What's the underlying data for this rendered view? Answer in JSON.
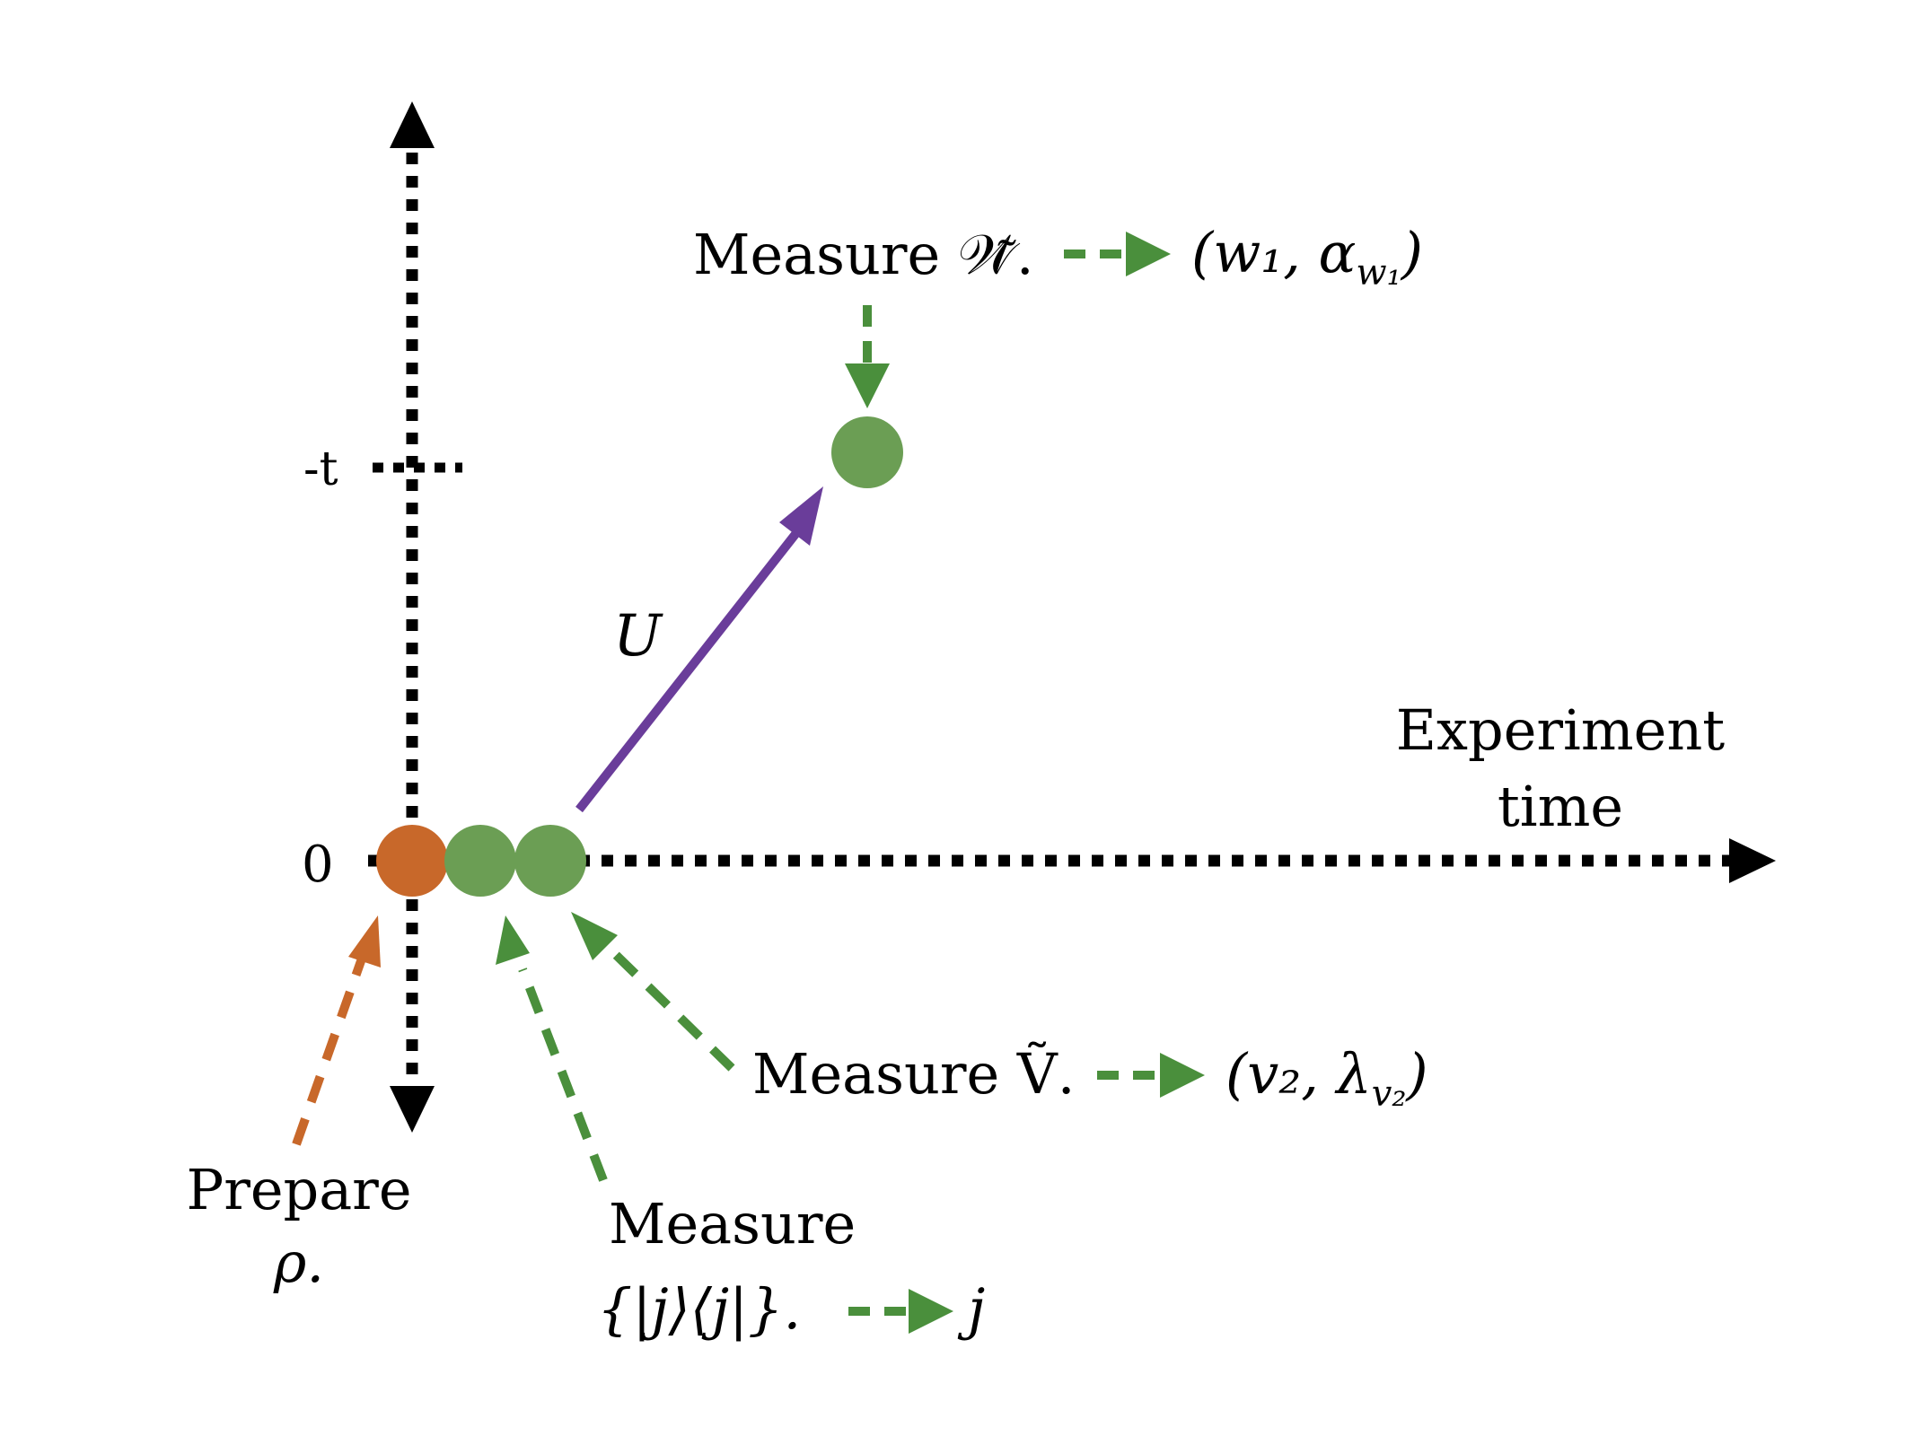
{
  "axes": {
    "vertical_tick_top": "-t",
    "vertical_tick_zero": "0",
    "horizontal_label_line1": "Experiment",
    "horizontal_label_line2": "time"
  },
  "evolution": {
    "label": "U"
  },
  "prepare": {
    "line1": "Prepare",
    "line2": "ρ."
  },
  "measure_j": {
    "line1": "Measure",
    "line2": "{|j⟩⟨j|}.",
    "result": "j"
  },
  "measure_v": {
    "text": "Measure Ṽ.",
    "result": "(v₂, λ",
    "result_sub": "v₂",
    "result_close": ")"
  },
  "measure_w": {
    "text": "Measure 𝒲̃.",
    "result": "(w₁, α",
    "result_sub": "w₁",
    "result_close": ")"
  },
  "colors": {
    "prepare_orange": "#c8682a",
    "measure_green": "#4a8f3c",
    "node_green": "#6b9e54",
    "unitary_purple": "#6a3d9a",
    "axis_black": "#000000"
  },
  "icons": {
    "arrowhead": "triangle-arrow-icon",
    "node": "filled-circle-icon"
  }
}
